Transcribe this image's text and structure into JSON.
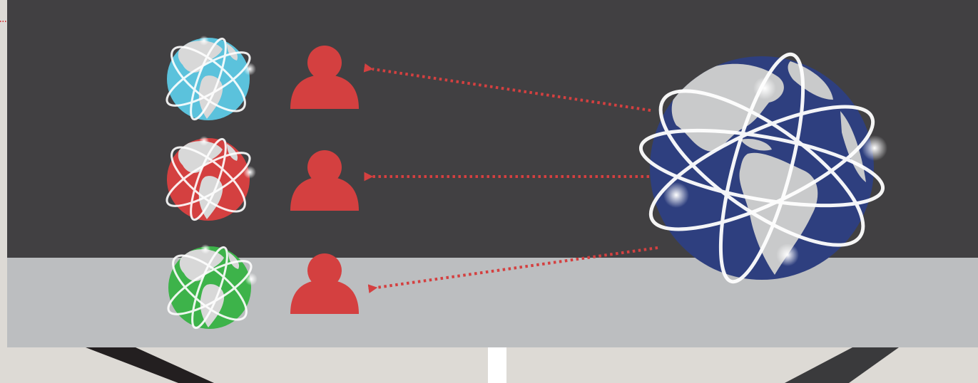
{
  "colors": {
    "page_background": "#dddad5",
    "top_panel": "#414042",
    "bottom_panel": "#bcbec0",
    "person": "#d44040",
    "arrow": "#d44040",
    "main_globe": "#2e3f7f",
    "land": "#c9cacb",
    "orbit": "#ffffff",
    "stand_dark": "#231f20",
    "stand_light": "#ffffff"
  },
  "globes": [
    {
      "id": "small-globe-blue",
      "ocean": "#5bc2dc",
      "land": "#d8d8d8"
    },
    {
      "id": "small-globe-red",
      "ocean": "#d44040",
      "land": "#d8d8d8"
    },
    {
      "id": "small-globe-green",
      "ocean": "#3db34a",
      "land": "#d8d8d8"
    }
  ],
  "main_globe": {
    "id": "large-globe",
    "ocean": "#2e3f7f",
    "land": "#c9cacb"
  },
  "connections": [
    {
      "from": "large-globe",
      "to": "person-1",
      "style": "dotted"
    },
    {
      "from": "large-globe",
      "to": "person-2",
      "style": "dotted"
    },
    {
      "from": "large-globe",
      "to": "person-3",
      "style": "dotted"
    }
  ]
}
